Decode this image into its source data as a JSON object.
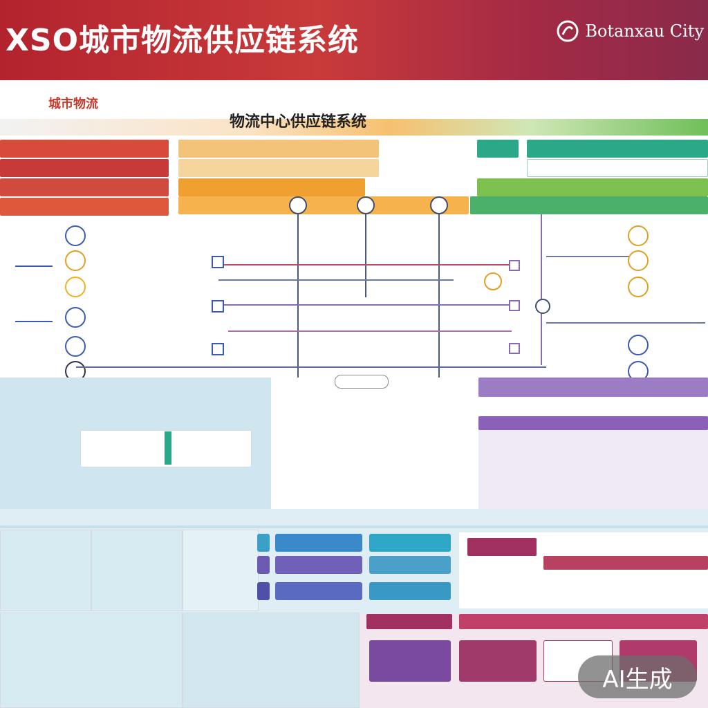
{
  "header": {
    "title": "XSO城市物流供应链系统",
    "brand": "Botanxau City"
  },
  "overlay": {
    "badge": "AI生成"
  },
  "colors": {
    "header_red": "#b3232e",
    "orange": "#f0a030",
    "green": "#7cc050",
    "teal": "#2aa888",
    "purple": "#8060b0",
    "magenta": "#a03060",
    "blue": "#3b5ab0"
  },
  "left_panel": {
    "title": "城市物流"
  },
  "center_panel": {
    "title": "物流中心供应链系统"
  }
}
